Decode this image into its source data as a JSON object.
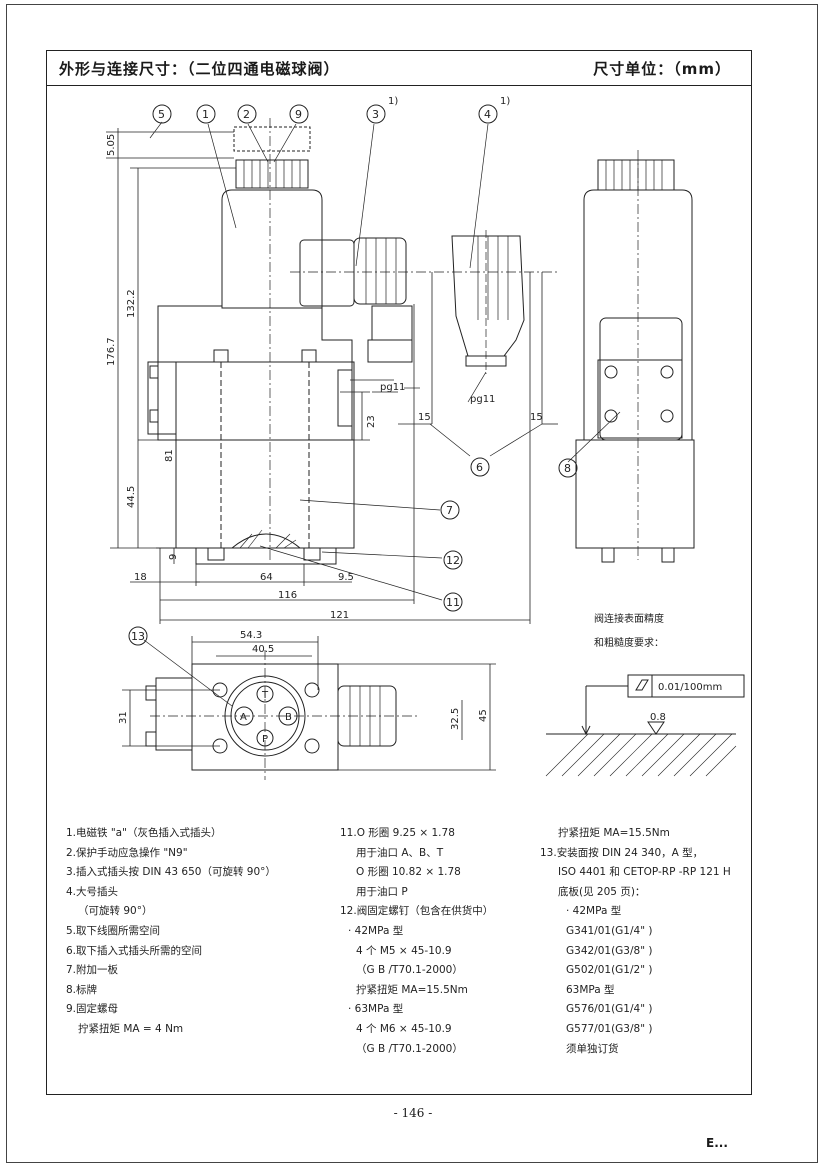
{
  "header": {
    "title": "外形与连接尺寸：（二位四通电磁球阀）",
    "unit": "尺寸单位：（mm）"
  },
  "callouts": [
    "5",
    "1",
    "2",
    "9",
    "3",
    "4",
    "6",
    "7",
    "8",
    "12",
    "11",
    "13"
  ],
  "superscript": "1)",
  "dims": {
    "d505": "5.05",
    "d1322": "132.2",
    "d1767": "176.7",
    "d81": "81",
    "d445": "44.5",
    "d23": "23",
    "d9": "9",
    "d18": "18",
    "d64": "64",
    "d95": "9.5",
    "d116": "116",
    "d121": "121",
    "d15a": "15",
    "d15b": "15",
    "pg11a": "pg11",
    "pg11b": "pg11",
    "d543": "54.3",
    "d405": "40.5",
    "d31": "31",
    "d325": "32.5",
    "d45": "45",
    "portA": "A",
    "portB": "B",
    "portT": "T",
    "portP": "P"
  },
  "surface": {
    "line1": "阀连接表面精度",
    "line2": "和粗糙度要求：",
    "flatness": "0.01/100mm",
    "roughness": "0.8"
  },
  "notes": {
    "col1": [
      "1.电磁铁 \"a\"（灰色插入式插头）",
      "2.保护手动应急操作 \"N9\"",
      "3.插入式插头按 DIN 43 650（可旋转 90°）",
      "4.大号插头",
      "（可旋转 90°）",
      "5.取下线圈所需空间",
      "6.取下插入式插头所需的空间",
      "7.附加一板",
      "8.标牌",
      "9.固定螺母",
      "拧紧扭矩 MA = 4 Nm"
    ],
    "col2": [
      "11.O 形圈 9.25 × 1.78",
      "用于油口 A、B、T",
      "O 形圈 10.82 × 1.78",
      "用于油口 P",
      "12.阀固定螺钉（包含在供货中）",
      "· 42MPa 型",
      "4 个 M5 × 45-10.9",
      "（G B /T70.1-2000）",
      "拧紧扭矩 MA=15.5Nm",
      "· 63MPa 型",
      "4 个 M6 × 45-10.9",
      "（G B /T70.1-2000）"
    ],
    "col3": [
      "拧紧扭矩 MA=15.5Nm",
      "13.安装面按 DIN 24 340，A 型，",
      "ISO 4401 和 CETOP-RP -RP 121 H",
      "底板(见 205 页)：",
      "· 42MPa 型",
      "G341/01(G1/4\" )",
      "G342/01(G3/8\" )",
      "G502/01(G1/2\" )",
      "63MPa 型",
      "G576/01(G1/4\" )",
      "G577/01(G3/8\" )",
      "须单独订货"
    ]
  },
  "footer": {
    "page_number": "- 146 -",
    "logo": "E..."
  }
}
